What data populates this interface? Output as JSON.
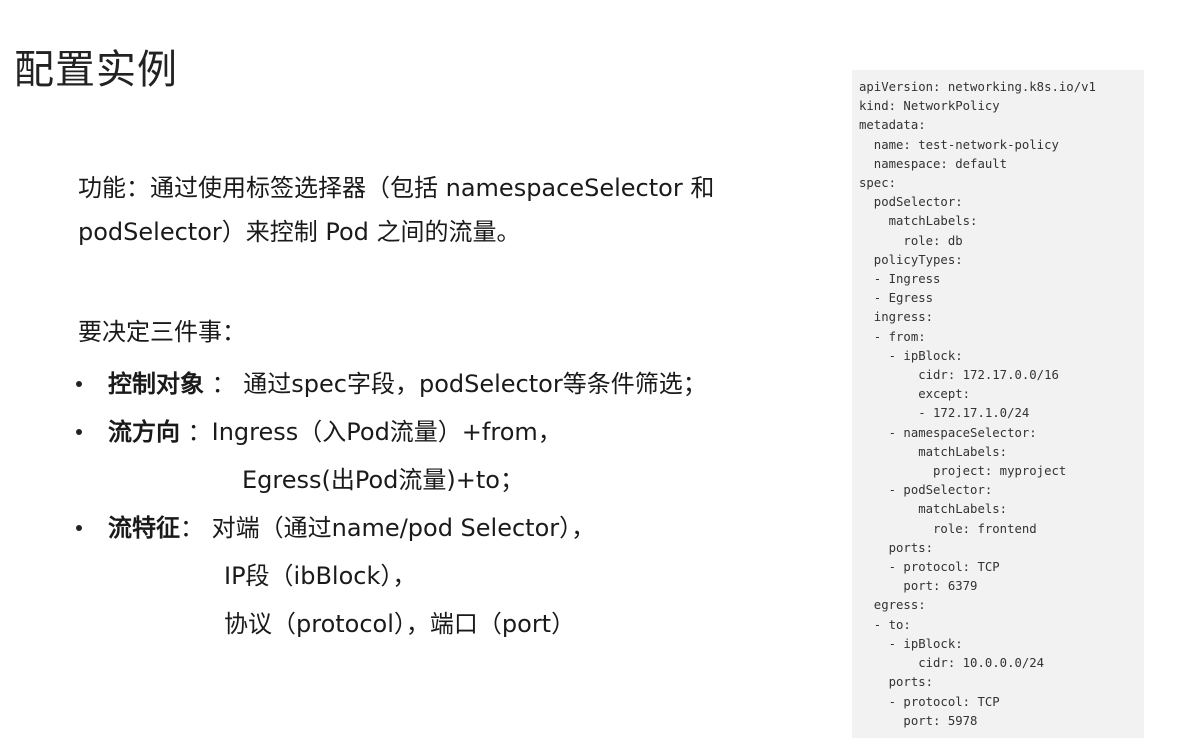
{
  "title": "配置实例",
  "intro": {
    "line1": "功能：通过使用标签选择器（包括 namespaceSelector 和",
    "line2": "podSelector）来控制 Pod 之间的流量。"
  },
  "heading": "要决定三件事：",
  "bullets": [
    {
      "label": "控制对象",
      "lines": [
        " ： 通过spec字段，podSelector等条件筛选；"
      ]
    },
    {
      "label": "流方向",
      "lines": [
        " ：Ingress（入Pod流量）+from，",
        "Egress(出Pod流量)+to；"
      ]
    },
    {
      "label": "流特征",
      "lines": "：  对端（通过name/pod Selector），|IP段（ibBlock），|协议（protocol），端口（port）"
    }
  ],
  "code": [
    "apiVersion: networking.k8s.io/v1",
    "kind: NetworkPolicy",
    "metadata:",
    "  name: test-network-policy",
    "  namespace: default",
    "spec:",
    "  podSelector:",
    "    matchLabels:",
    "      role: db",
    "  policyTypes:",
    "  - Ingress",
    "  - Egress",
    "  ingress:",
    "  - from:",
    "    - ipBlock:",
    "        cidr: 172.17.0.0/16",
    "        except:",
    "        - 172.17.1.0/24",
    "    - namespaceSelector:",
    "        matchLabels:",
    "          project: myproject",
    "    - podSelector:",
    "        matchLabels:",
    "          role: frontend",
    "    ports:",
    "    - protocol: TCP",
    "      port: 6379",
    "  egress:",
    "  - to:",
    "    - ipBlock:",
    "        cidr: 10.0.0.0/24",
    "    ports:",
    "    - protocol: TCP",
    "      port: 5978"
  ]
}
